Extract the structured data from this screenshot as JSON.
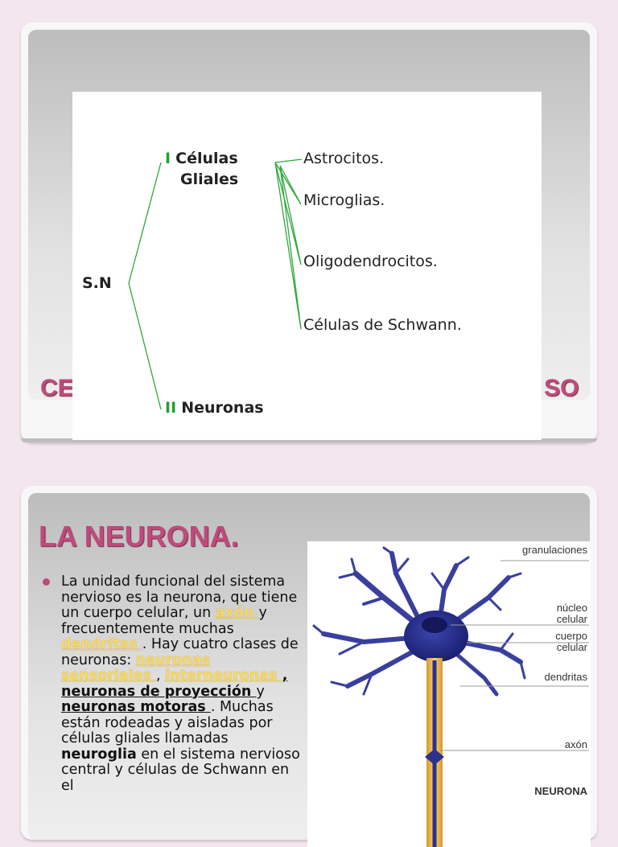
{
  "slide1": {
    "title_left": "CE",
    "title_right": "SO",
    "diagram": {
      "root": "S.N",
      "branch1_numeral": "I",
      "branch1_line1": "Células",
      "branch1_line2": "Gliales",
      "branch2_numeral": "II",
      "branch2_label": "Neuronas",
      "leaves": [
        "Astrocitos.",
        "Microglias.",
        "Oligodendrocitos.",
        "Células de Schwann."
      ]
    }
  },
  "slide2": {
    "title": "LA NEURONA.",
    "text": {
      "p1": "La unidad funcional del sistema nervioso es la neurona, que tiene un cuerpo celular, un ",
      "link_axon": "axón ",
      "p2": " y frecuentemente muchas ",
      "link_dendritas": "dendritas ",
      "p3": ". Hay cuatro clases de neuronas: ",
      "link_sensoriales": "neuronas sensoriales ",
      "sep1": ", ",
      "link_interneuronas": "interneuronas ",
      "sep2": ", ",
      "link_proyeccion": "neuronas de proyección ",
      "p4": " y ",
      "link_motoras": "neuronas motoras ",
      "p5": ". Muchas están rodeadas y aisladas por células gliales llamadas ",
      "bold_neuroglia": "neuroglia",
      "p6": " en el sistema nervioso central y células de Schwann en el"
    },
    "figure": {
      "granulaciones": "granulaciones",
      "nucleo_1": "núcleo",
      "nucleo_2": "celular",
      "cuerpo_1": "cuerpo",
      "cuerpo_2": "celular",
      "dendritas": "dendritas",
      "axon": "axón",
      "caption": "NEURONA"
    }
  }
}
